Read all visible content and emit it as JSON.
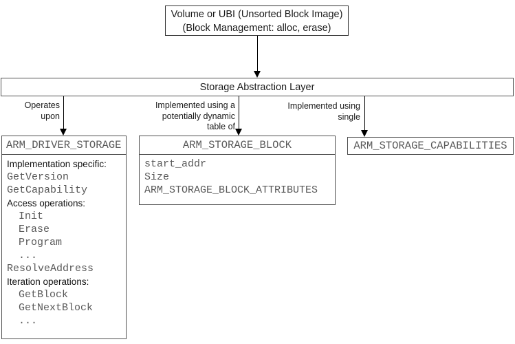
{
  "top_box": {
    "line1": "Volume or UBI (Unsorted Block Image)",
    "line2": "(Block Management: alloc, erase)"
  },
  "layer_bar": {
    "label": "Storage Abstraction Layer"
  },
  "edge_labels": {
    "left": {
      "line1": "Operates",
      "line2": "upon"
    },
    "middle": {
      "line1": "Implemented using a",
      "line2": "potentially dynamic",
      "line3": "table of"
    },
    "right": {
      "line1": "Implemented using",
      "line2": "single"
    }
  },
  "driver_storage_box": {
    "title": "ARM_DRIVER_STORAGE",
    "rows": [
      {
        "text": "Implementation specific:"
      },
      {
        "text": "GetVersion"
      },
      {
        "text": "GetCapability"
      },
      {
        "text": "Access operations:"
      },
      {
        "text": "Init"
      },
      {
        "text": "Erase"
      },
      {
        "text": "Program"
      },
      {
        "text": "..."
      },
      {
        "text": "ResolveAddress"
      },
      {
        "text": "Iteration operations:"
      },
      {
        "text": "GetBlock"
      },
      {
        "text": "GetNextBlock"
      },
      {
        "text": "..."
      }
    ]
  },
  "storage_block_box": {
    "title": "ARM_STORAGE_BLOCK",
    "rows": [
      {
        "text": "start_addr"
      },
      {
        "text": "Size"
      },
      {
        "text": "ARM_STORAGE_BLOCK_ATTRIBUTES"
      }
    ]
  },
  "capabilities_box": {
    "title": "ARM_STORAGE_CAPABILITIES"
  },
  "colors": {
    "border": "#4d4d4d",
    "mono_text": "#595959",
    "label_text": "#1a1a1a",
    "arrow": "#000000",
    "background": "#ffffff"
  }
}
